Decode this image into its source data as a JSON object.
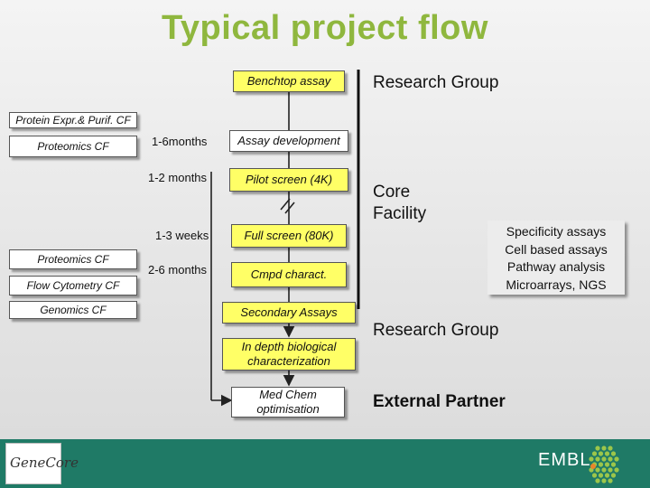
{
  "title": "Typical project flow",
  "boxes": {
    "benchtop": "Benchtop assay",
    "protein_expr": "Protein Expr.& Purif. CF",
    "proteomics_1": "Proteomics CF",
    "assay_dev": "Assay development",
    "pilot": "Pilot screen (4K)",
    "full": "Full screen (80K)",
    "proteomics_2": "Proteomics CF",
    "flow_cytometry": "Flow Cytometry CF",
    "cmpd": "Cmpd charact.",
    "genomics": "Genomics CF",
    "secondary": "Secondary Assays",
    "in_depth": "In depth biological characterization",
    "med_chem": "Med Chem optimisation"
  },
  "durations": {
    "d1": "1-6months",
    "d2": "1-2 months",
    "d3": "1-3 weeks",
    "d4": "2-6 months"
  },
  "stages": {
    "research_group_1": "Research Group",
    "core_facility_line1": "Core",
    "core_facility_line2": "Facility",
    "research_group_2": "Research Group",
    "external_partner": "External Partner"
  },
  "specificity": {
    "items": [
      "Specificity assays",
      "Cell based assays",
      "Pathway analysis",
      "Microarrays, NGS"
    ]
  },
  "footer": {
    "logo_text": "GeneCore",
    "org": "EMBL"
  },
  "colors": {
    "title": "#8fb73e",
    "highlight_box": "#ffff66",
    "footer": "#1f7a66"
  }
}
